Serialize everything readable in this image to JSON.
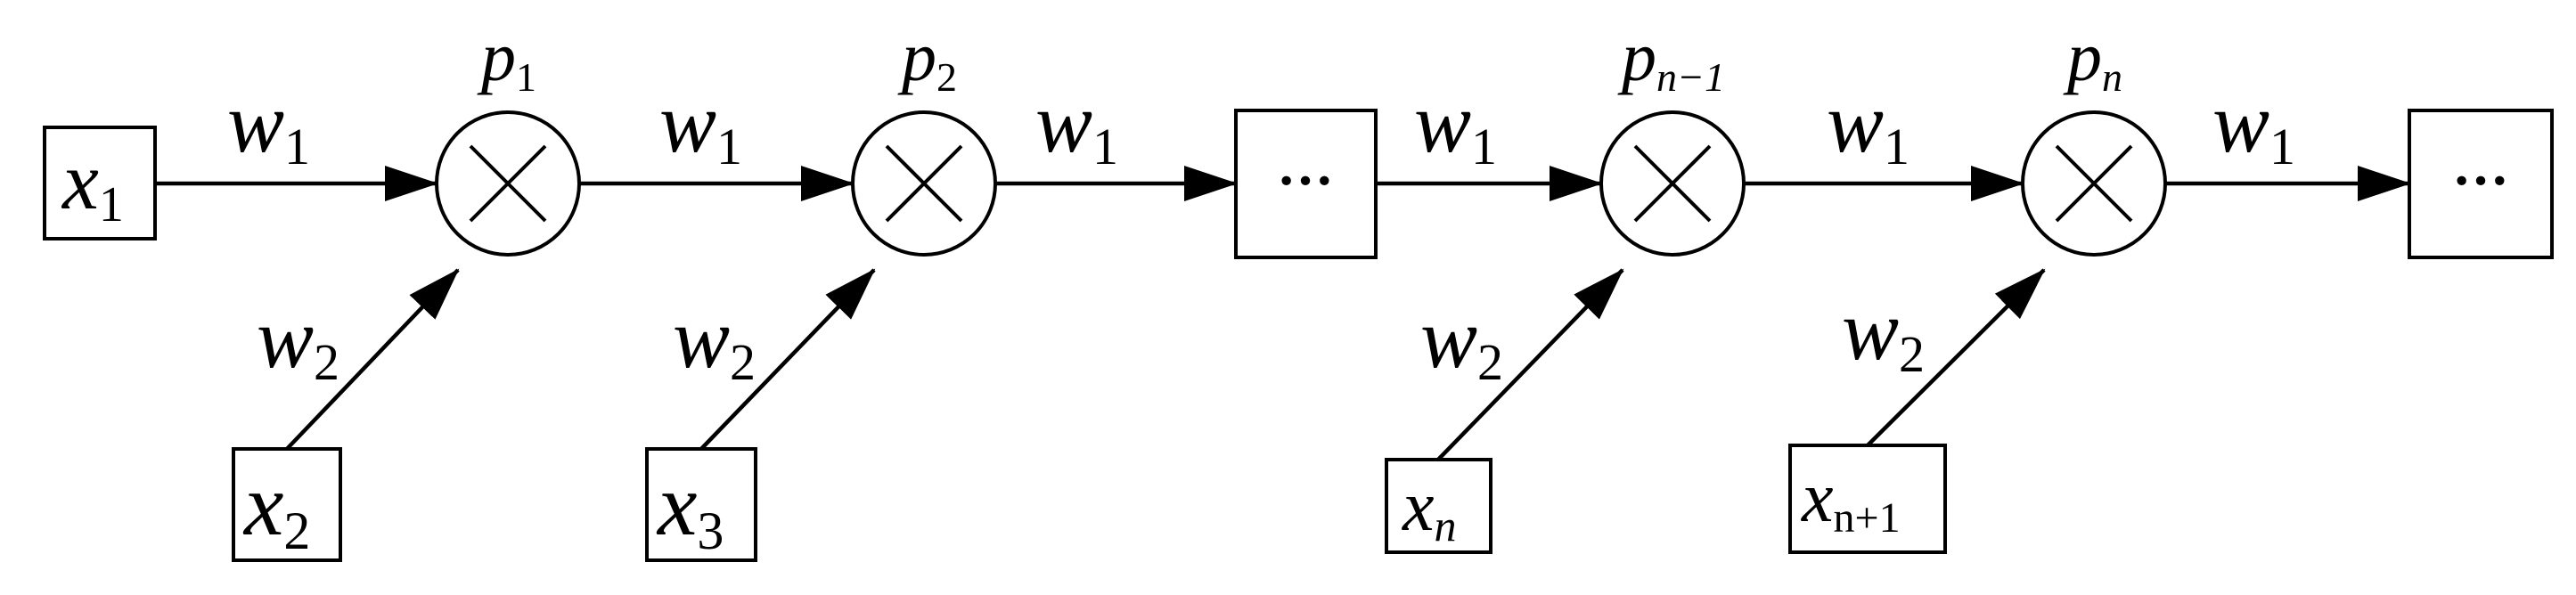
{
  "inputs": {
    "x1": {
      "var": "x",
      "sub": "1"
    },
    "x2": {
      "var": "x",
      "sub": "2"
    },
    "x3": {
      "var": "x",
      "sub": "3"
    },
    "xn": {
      "var": "x",
      "sub": "n"
    },
    "xn1": {
      "var": "x",
      "sub": "n+1"
    }
  },
  "nodes": {
    "p1": {
      "var": "p",
      "sub": "1"
    },
    "p2": {
      "var": "p",
      "sub": "2"
    },
    "pn1": {
      "var": "p",
      "sub": "n−1"
    },
    "pn": {
      "var": "p",
      "sub": "n"
    }
  },
  "ellipsis_label": "···",
  "multiply_symbol": "×",
  "weights": {
    "w1": {
      "var": "w",
      "sub": "1"
    },
    "w2": {
      "var": "w",
      "sub": "2"
    }
  }
}
